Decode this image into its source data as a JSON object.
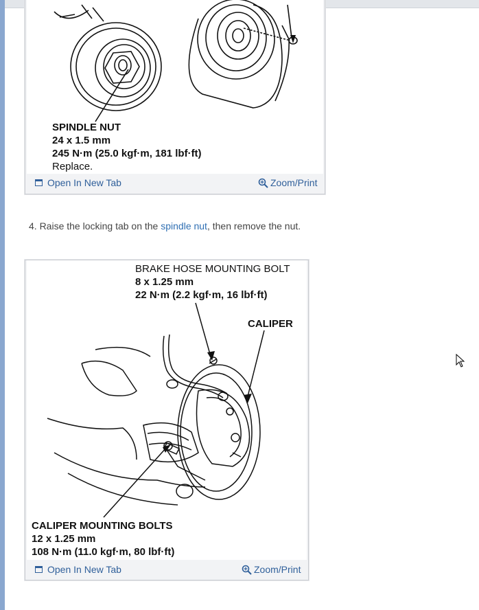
{
  "figure1": {
    "callout_title": "SPINDLE NUT",
    "callout_size": "24 x 1.5 mm",
    "callout_torque": "245 N·m (25.0 kgf·m, 181 lbf·ft)",
    "callout_note": "Replace.",
    "open_new_tab": "Open In New Tab",
    "zoom_print": "Zoom/Print"
  },
  "step4": {
    "prefix": "4. Raise the locking tab on the ",
    "link": "spindle nut",
    "suffix": ", then remove the nut."
  },
  "figure2": {
    "brake_hose_title": "BRAKE HOSE MOUNTING BOLT",
    "brake_hose_size": "8 x 1.25 mm",
    "brake_hose_torque": "22 N·m (2.2 kgf·m, 16 lbf·ft)",
    "caliper_label": "CALIPER",
    "caliper_bolts_title": "CALIPER MOUNTING BOLTS",
    "caliper_bolts_size": "12 x 1.25 mm",
    "caliper_bolts_torque": "108 N·m (11.0 kgf·m, 80 lbf·ft)",
    "open_new_tab": "Open In New Tab",
    "zoom_print": "Zoom/Print"
  },
  "icons": [
    "new-tab-icon",
    "zoom-icon",
    "mouse-cursor-icon"
  ],
  "colors": {
    "link": "#2f6fb3",
    "footer_link": "#2f5f9a",
    "rail": "#8aa7cf"
  }
}
